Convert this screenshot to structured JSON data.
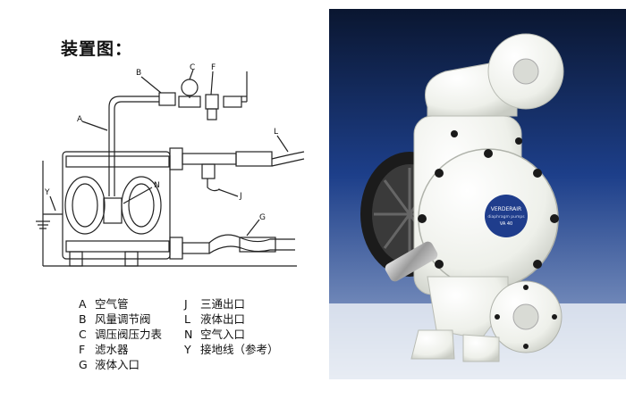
{
  "title": "装置图：",
  "diagram_labels": {
    "A": "A",
    "B": "B",
    "C": "C",
    "F": "F",
    "L": "L",
    "Y": "Y",
    "N": "N",
    "J": "J",
    "G": "G"
  },
  "legend": {
    "left": [
      {
        "key": "A",
        "text": "空气管"
      },
      {
        "key": "B",
        "text": "风量调节阀"
      },
      {
        "key": "C",
        "text": "调压阀压力表"
      },
      {
        "key": "F",
        "text": "滤水器"
      },
      {
        "key": "G",
        "text": "液体入口"
      }
    ],
    "right": [
      {
        "key": "J",
        "text": "三通出口"
      },
      {
        "key": "L",
        "text": "液体出口"
      },
      {
        "key": "N",
        "text": "空气入口"
      },
      {
        "key": "Y",
        "text": "接地线（参考）"
      }
    ]
  },
  "photo": {
    "brand": "VERDERAIR",
    "sub": "diaphragm pumps",
    "model": "VA 40"
  },
  "colors": {
    "photo_bg_top": "#0a1630",
    "photo_bg_mid": "#1d3f8a",
    "photo_bg_low": "#6f87b8",
    "pump_plastic": "#f2f3f0",
    "badge_blue": "#1f3d8c"
  }
}
